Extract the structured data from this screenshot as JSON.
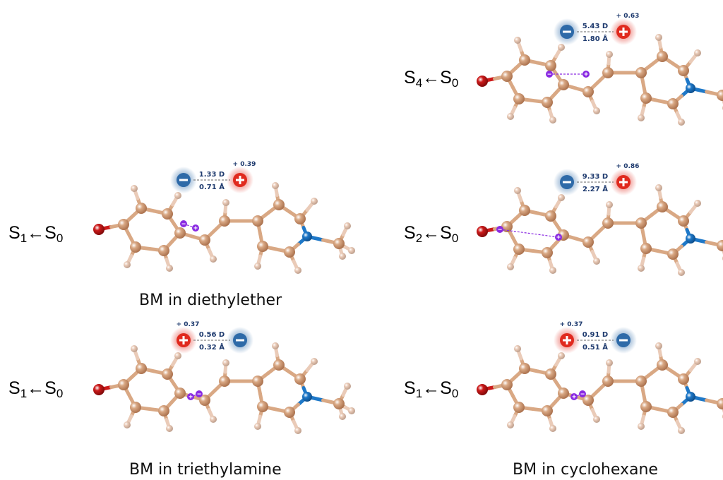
{
  "panels": [
    {
      "id": "s4",
      "solvent": "",
      "transition": {
        "upper": "S",
        "upper_sub": "4",
        "arrow": "←",
        "lower": "S",
        "lower_sub": "0"
      },
      "dipole": "5.43 D",
      "distance": "1.80 Å",
      "charge": "+ 0.63",
      "order": "neg-pos"
    },
    {
      "id": "diethylether_s1",
      "solvent": "BM in diethylether",
      "transition": {
        "upper": "S",
        "upper_sub": "1",
        "arrow": "←",
        "lower": "S",
        "lower_sub": "0"
      },
      "dipole": "1.33 D",
      "distance": "0.71 Å",
      "charge": "+ 0.39",
      "order": "neg-pos"
    },
    {
      "id": "s2",
      "solvent": "",
      "transition": {
        "upper": "S",
        "upper_sub": "2",
        "arrow": "←",
        "lower": "S",
        "lower_sub": "0"
      },
      "dipole": "9.33 D",
      "distance": "2.27 Å",
      "charge": "+ 0.86",
      "order": "neg-pos"
    },
    {
      "id": "triethylamine_s1",
      "solvent": "BM in triethylamine",
      "transition": {
        "upper": "S",
        "upper_sub": "1",
        "arrow": "←",
        "lower": "S",
        "lower_sub": "0"
      },
      "dipole": "0.56 D",
      "distance": "0.32 Å",
      "charge": "+ 0.37",
      "order": "pos-neg"
    },
    {
      "id": "cyclohexane_s1",
      "solvent": "BM in cyclohexane",
      "transition": {
        "upper": "S",
        "upper_sub": "1",
        "arrow": "←",
        "lower": "S",
        "lower_sub": "0"
      },
      "dipole": "0.91 D",
      "distance": "0.51 Å",
      "charge": "+ 0.37",
      "order": "pos-neg"
    }
  ],
  "colors": {
    "carbon": "#d9a884",
    "hydrogen": "#eacbb8",
    "oxygen": "#cc1a1a",
    "nitrogen": "#1e78c8",
    "negative": "#2e6aa8",
    "positive": "#e02a1e",
    "dipole_line": "#8a2be2",
    "text_blue": "#1e3a6e"
  }
}
